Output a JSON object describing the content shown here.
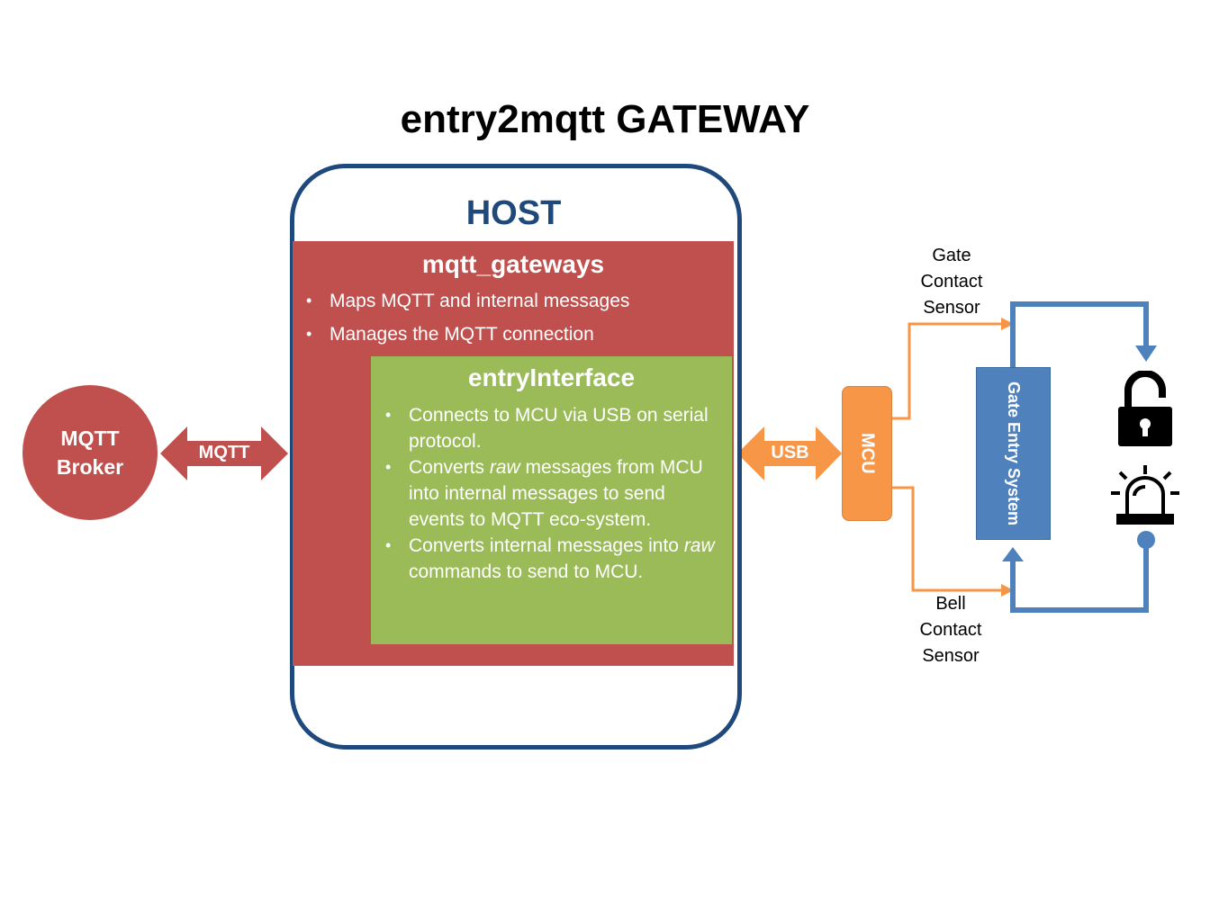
{
  "title": "entry2mqtt GATEWAY",
  "host": {
    "title": "HOST",
    "mqtt_gateways": {
      "title": "mqtt_gateways",
      "bullets": [
        "Maps MQTT and internal messages",
        "Manages the MQTT connection"
      ]
    },
    "entry_interface": {
      "title": "entryInterface",
      "bullets": [
        [
          "Connects to MCU via USB on serial protocol."
        ],
        [
          "Converts ",
          {
            "em": "raw"
          },
          " messages from MCU into internal messages to send events to MQTT eco-system."
        ],
        [
          "Converts internal messages into ",
          {
            "em": "raw"
          },
          " commands to send to MCU."
        ]
      ]
    }
  },
  "broker": {
    "line1": "MQTT",
    "line2": "Broker"
  },
  "arrows": {
    "mqtt": "MQTT",
    "usb": "USB"
  },
  "mcu": {
    "label": "MCU"
  },
  "gate_entry_system": {
    "label": "Gate Entry System"
  },
  "sensors": {
    "gate": [
      "Gate",
      "Contact",
      "Sensor"
    ],
    "bell": [
      "Bell",
      "Contact",
      "Sensor"
    ]
  },
  "icons": {
    "lock": "unlocked-padlock-icon",
    "alarm": "alarm-siren-icon"
  },
  "colors": {
    "host_border": "#1f497d",
    "mqtt_gateways": "#c0504d",
    "entry_interface": "#9bbb59",
    "mcu": "#f79646",
    "gate_entry_system": "#4f81bd"
  }
}
